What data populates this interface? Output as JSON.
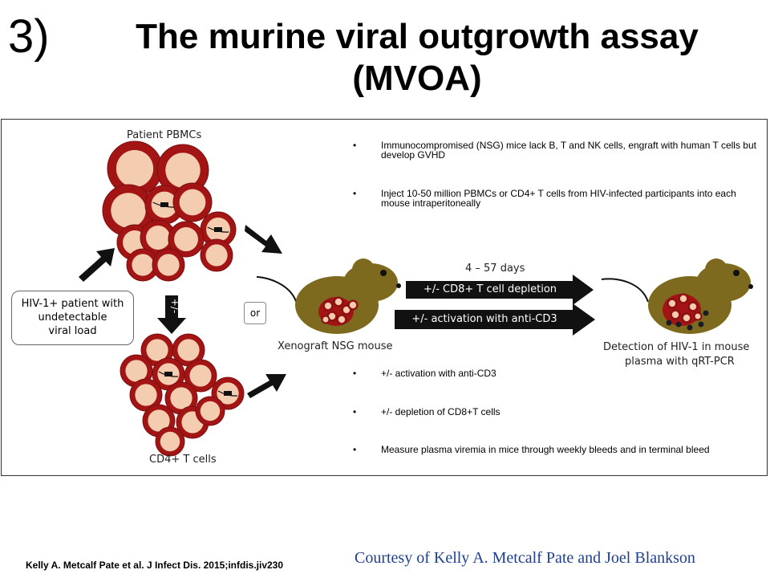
{
  "slide": {
    "number": "3)",
    "title_line1": "The murine viral outgrowth assay",
    "title_line2": "(MVOA)"
  },
  "figure": {
    "patient_pbmcs": "Patient PBMCs",
    "cd4_t_cells": "CD4+ T cells",
    "hiv_patient_line1": "HIV-1+ patient with",
    "hiv_patient_line2": "undetectable",
    "hiv_patient_line3": "viral load",
    "or": "or",
    "days": "4 – 57 days",
    "arrow1": "+/- CD8+ T cell depletion",
    "arrow2": "+/- activation with anti-CD3",
    "xenograft": "Xenograft NSG mouse",
    "detection_line1": "Detection of HIV-1 in mouse",
    "detection_line2": "plasma with qRT-PCR",
    "cd8_vertical": "+/-"
  },
  "bullets_top": [
    "Immunocompromised (NSG) mice lack B, T and NK cells, engraft with human T cells but develop GVHD",
    "Inject 10-50 million PBMCs or CD4+ T cells from HIV-infected participants into each mouse intraperitoneally"
  ],
  "bullets_bottom": [
    "+/- activation with anti-CD3",
    "+/- depletion of CD8+T cells",
    "Measure plasma viremia in mice through weekly bleeds and in terminal bleed"
  ],
  "citation": "Kelly A. Metcalf Pate et al. J Infect Dis. 2015;infdis.jiv230",
  "courtesy": "Courtesy of Kelly A. Metcalf Pate and Joel Blankson",
  "colors": {
    "cell_outer": "#a31515",
    "cell_inner": "#f4cdb0",
    "mouse": "#7d6a1e",
    "arrow": "#111111",
    "courtesy": "#1f3f8f"
  },
  "icons": [
    "cell-cluster-icon",
    "mouse-icon",
    "arrow-icon"
  ]
}
